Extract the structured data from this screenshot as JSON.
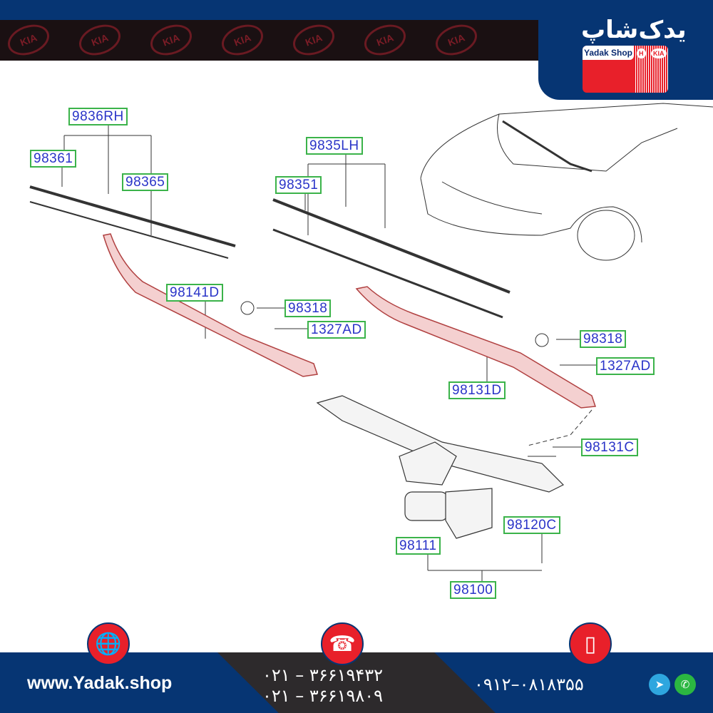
{
  "header": {
    "logo_fa": "یدک‌شاپ",
    "logo_en": "Yadak Shop",
    "brand1": "H",
    "brand2": "KIA"
  },
  "labels": {
    "l9836RH": "9836RH",
    "l98361": "98361",
    "l98365": "98365",
    "l9835LH": "9835LH",
    "l98351": "98351",
    "l98141D": "98141D",
    "l98318a": "98318",
    "l1327ADa": "1327AD",
    "l98318b": "98318",
    "l1327ADb": "1327AD",
    "l98131D": "98131D",
    "l98131C": "98131C",
    "l98120C": "98120C",
    "l98111": "98111",
    "l98100": "98100"
  },
  "footer": {
    "website": "www.Yadak.shop",
    "phone1": "۰۲۱ – ۳۶۶۱۹۴۳۲",
    "phone2": "۰۲۱ – ۳۶۶۱۹۸۰۹",
    "mobile": "۰۹۱۲–۰۸۱۸۳۵۵"
  },
  "colors": {
    "navy": "#063573",
    "red": "#e8202a",
    "label_border": "#3bb34a",
    "label_text": "#2a34c8",
    "arm": "#e06b6b"
  }
}
